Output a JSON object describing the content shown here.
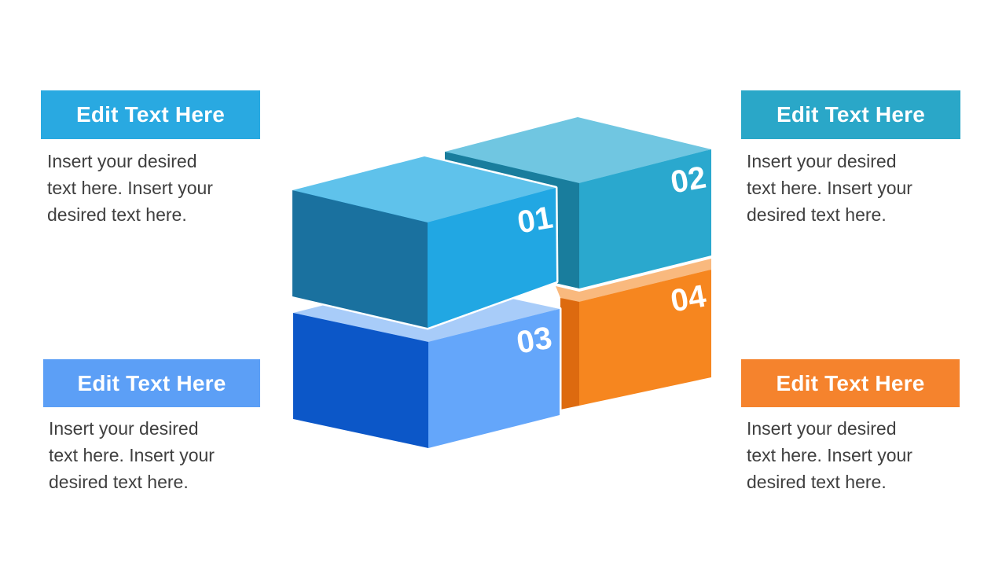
{
  "slide": {
    "background": "#FFFFFF",
    "body_text_color": "#3F3F3F",
    "header_text_color": "#FFFFFF",
    "text_blocks": [
      {
        "id": "top-left",
        "header": "Edit Text Here",
        "header_color": "#29A9E1",
        "body_lines": [
          "Insert your desired",
          "text here. Insert your",
          "desired text here."
        ]
      },
      {
        "id": "top-right",
        "header": "Edit Text Here",
        "header_color": "#2AA7C8",
        "body_lines": [
          "Insert your desired",
          "text here. Insert your",
          "desired text here."
        ]
      },
      {
        "id": "bottom-left",
        "header": "Edit Text Here",
        "header_color": "#5C9FF6",
        "body_lines": [
          "Insert your desired",
          "text here. Insert your",
          "desired text here."
        ]
      },
      {
        "id": "bottom-right",
        "header": "Edit Text Here",
        "header_color": "#F5832D",
        "body_lines": [
          "Insert your desired",
          "text here. Insert your",
          "desired text here."
        ]
      }
    ],
    "boxes": [
      {
        "number": "01",
        "top_color": "#5FC2EB",
        "left_color": "#1A719F",
        "front_color": "#21A7E3",
        "number_color": "#FFFFFF"
      },
      {
        "number": "02",
        "top_color": "#70C6E1",
        "left_color": "#197D9D",
        "front_color": "#2AA8CE",
        "number_color": "#FFFFFF"
      },
      {
        "number": "03",
        "top_color": "#A8CCF9",
        "left_color": "#0C57C8",
        "front_color": "#64A6FA",
        "number_color": "#FFFFFF"
      },
      {
        "number": "04",
        "top_color": "#F9B97E",
        "left_color": "#DD6A0F",
        "front_color": "#F6861F",
        "number_color": "#FFFFFF"
      }
    ]
  }
}
